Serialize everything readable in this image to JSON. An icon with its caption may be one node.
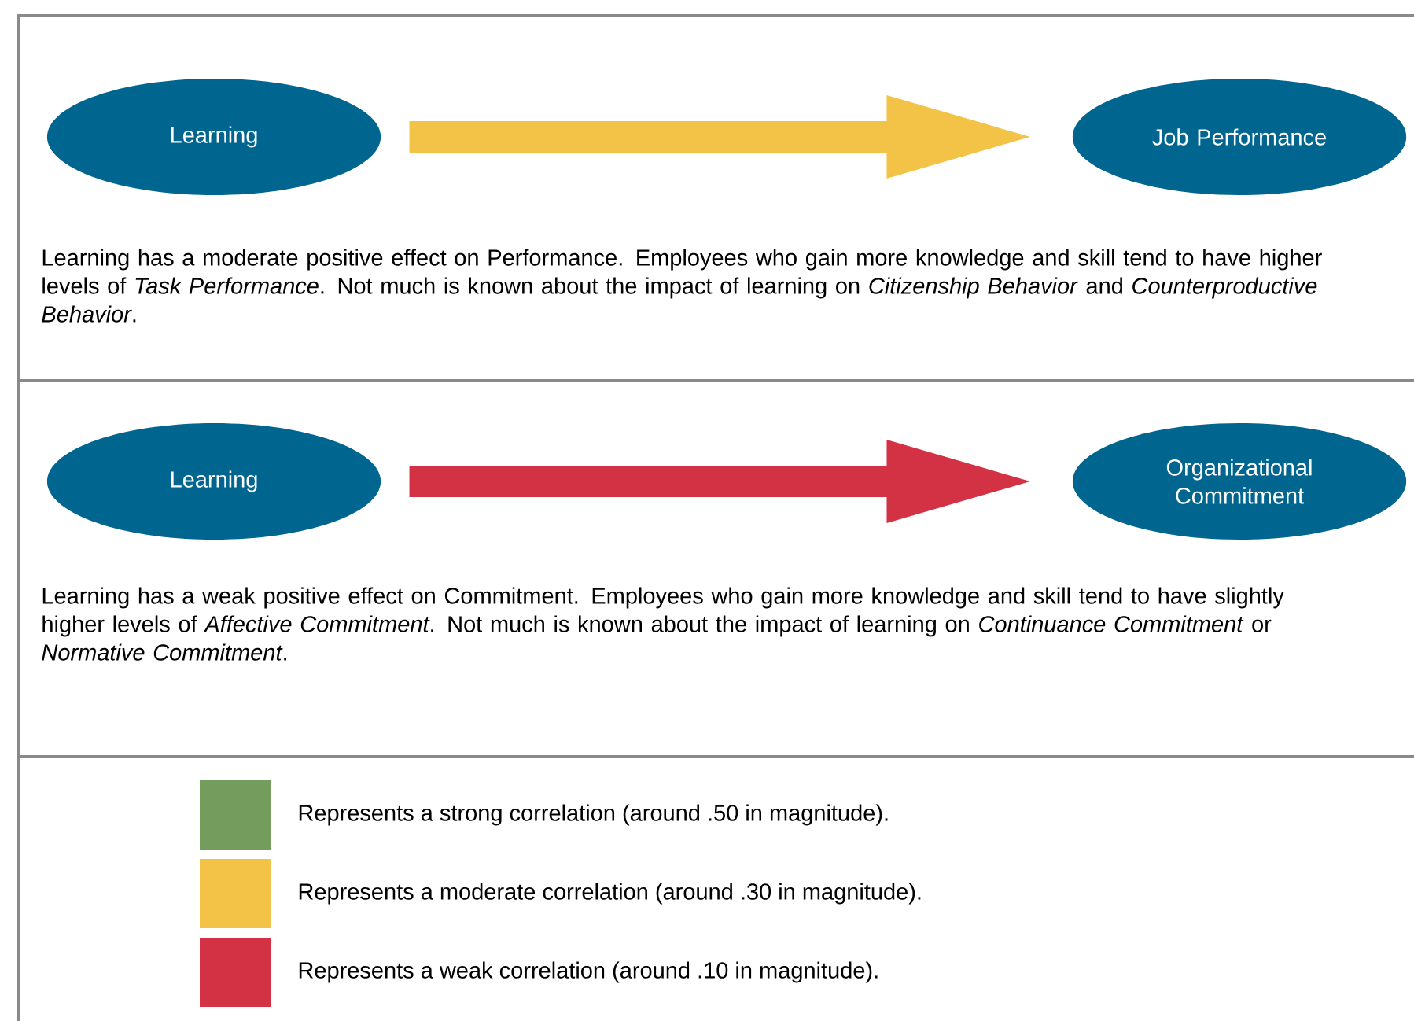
{
  "diagram": {
    "nodes": [
      {
        "text": [
          "Learning"
        ]
      },
      {
        "text": [
          "Job Performance"
        ]
      },
      {
        "text": [
          "Learning"
        ]
      },
      {
        "text": [
          "Organizational Commitment"
        ]
      }
    ],
    "edges": [
      {
        "from": 0,
        "to": 1,
        "arrow": "to",
        "color": "#f2c347"
      },
      {
        "from": 2,
        "to": 3,
        "arrow": "to",
        "color": "#d33245"
      }
    ],
    "labels": [
      "Learning has a moderate positive effect on Performance. Employees who gain more knowledge and skill tend to have higher levels of *Task Performance*. Not much is known about the impact of learning on *Citizenship Behavior* and *Counterproductive Behavior*.",
      "Learning has a weak positive effect on Commitment. Employees who gain more knowledge and skill tend to have slightly higher levels of *Affective Commitment*. Not much is known about the impact of learning on *Continuance Commitment* or *Normative Commitment*."
    ],
    "legend": [
      {
        "text": "Represents a strong correlation (around .50 in magnitude).",
        "color": "#739c5d"
      },
      {
        "text": "Represents a moderate correlation (around .30 in magnitude).",
        "color": "#f2c347"
      },
      {
        "text": "Represents a weak correlation (around .10 in magnitude).",
        "color": "#d33245"
      }
    ]
  }
}
